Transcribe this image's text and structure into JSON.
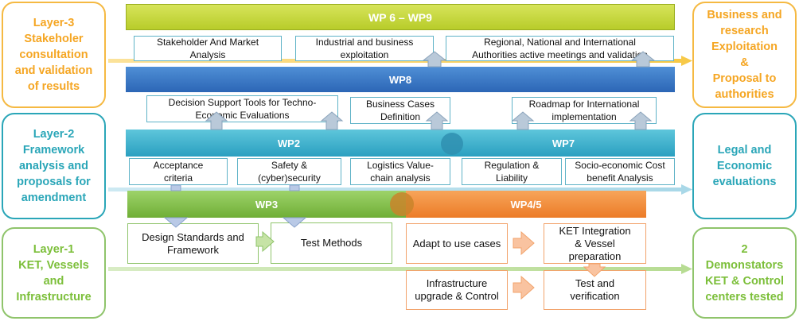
{
  "layers": {
    "layer3": {
      "text": "Layer-3\nStakeholer\nconsultation\nand validation\nof results",
      "color": "#f5a623"
    },
    "layer2": {
      "text": "Layer-2\nFramework\nanalysis and\nproposals for\namendment",
      "color": "#2aa6b8"
    },
    "layer1": {
      "text": "Layer-1\nKET, Vessels\nand\nInfrastructure",
      "color": "#7cbf3a"
    }
  },
  "outcomes": {
    "business": {
      "text": "Business and\nresearch\nExploitation\n&\nProposal to\nauthorities",
      "color": "#f5a623"
    },
    "legal": {
      "text": "Legal and\nEconomic\nevaluations",
      "color": "#2aa6b8"
    },
    "demo": {
      "text": "2\nDemonstators\nKET & Control\ncenters  tested",
      "color": "#7cbf3a"
    }
  },
  "bars": {
    "wp69": "WP 6 – WP9",
    "wp8": "WP8",
    "wp2": "WP2",
    "wp7": "WP7",
    "wp3": "WP3",
    "wp45": "WP4/5"
  },
  "boxes": {
    "stakeholder": "Stakeholder And Market\nAnalysis",
    "industrial": "Industrial and business\nexploitation",
    "regional": "Regional, National and International\nAuthorities active meetings and validation",
    "decision": "Decision Support Tools for Techno-\nEconomic Evaluations",
    "business_cases": "Business Cases\nDefinition",
    "roadmap": "Roadmap for International\nimplementation",
    "acceptance": "Acceptance\ncriteria",
    "safety": "Safety &\n(cyber)security",
    "logistics": "Logistics Value-\nchain analysis",
    "regulation": "Regulation &\nLiability",
    "socio": "Socio-economic Cost\nbenefit Analysis",
    "design": "Design Standards and\nFramework",
    "test_methods": "Test Methods",
    "adapt": "Adapt to use cases",
    "ket_integration": "KET Integration\n& Vessel\npreparation",
    "infrastructure": "Infrastructure\nupgrade & Control",
    "test_verification": "Test and\nverification"
  }
}
